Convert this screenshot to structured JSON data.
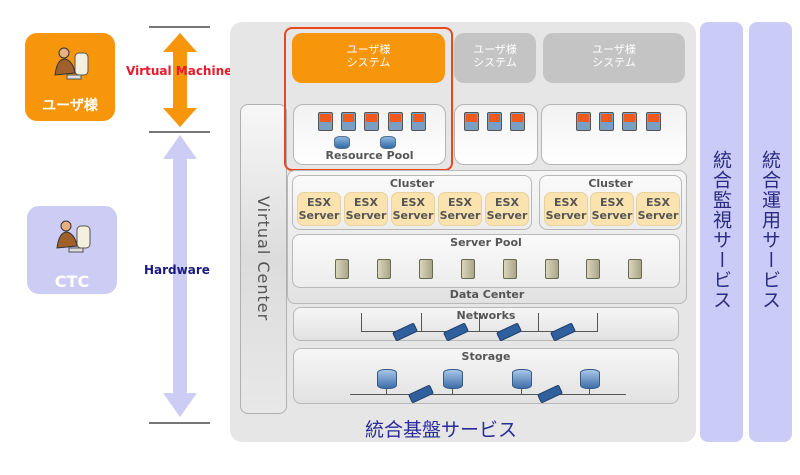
{
  "actors": {
    "user": {
      "label": "ユーザ様",
      "icon": "person-at-computer-icon",
      "color": "#f7960a"
    },
    "ctc": {
      "label": "CTC",
      "icon": "person-at-computer-icon",
      "color": "#ccccf5"
    }
  },
  "layers": {
    "virtual_machine": {
      "label": "Virtual Machine",
      "color": "#e8192c",
      "arrow_color": "#f7960a"
    },
    "hardware": {
      "label": "Hardware",
      "color": "#1a1a80",
      "arrow_color": "#ccccf5"
    }
  },
  "main": {
    "virtual_center": "Virtual Center",
    "user_systems": [
      {
        "label_line1": "ユーザ様",
        "label_line2": "システム",
        "highlighted": true,
        "vm_count": 5,
        "disk_count": 2,
        "pool_label": "Resource Pool"
      },
      {
        "label_line1": "ユーザ様",
        "label_line2": "システム",
        "highlighted": false,
        "vm_count": 3
      },
      {
        "label_line1": "ユーザ様",
        "label_line2": "システム",
        "highlighted": false,
        "vm_count": 4
      }
    ],
    "clusters": [
      {
        "label": "Cluster",
        "servers": [
          "ESX Server",
          "ESX Server",
          "ESX Server",
          "ESX Server",
          "ESX Server"
        ]
      },
      {
        "label": "Cluster",
        "servers": [
          "ESX Server",
          "ESX Server",
          "ESX Server"
        ]
      }
    ],
    "esx_line1": "ESX",
    "esx_line2": "Server",
    "server_pool": {
      "label": "Server Pool",
      "server_count": 8
    },
    "data_center": "Data Center",
    "networks": {
      "label": "Networks",
      "switch_count": 4
    },
    "storage": {
      "label": "Storage",
      "disk_count": 4,
      "switch_count": 2
    },
    "footer": "統合基盤サービス"
  },
  "side_services": [
    {
      "label": "統合監視サービス"
    },
    {
      "label": "統合運用サービス"
    }
  ]
}
